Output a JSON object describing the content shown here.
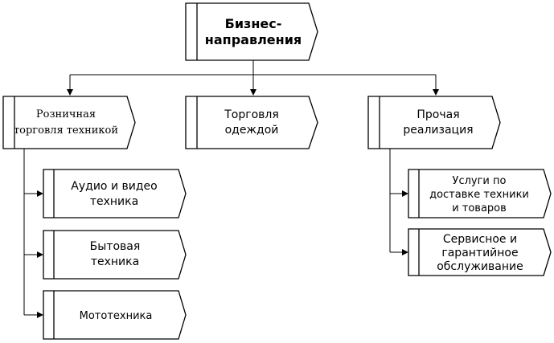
{
  "diagram": {
    "root": {
      "line1": "Бизнес-",
      "line2": "направления"
    },
    "branches": [
      {
        "line1": "Розничная",
        "line2": "торговля техникой",
        "children": [
          {
            "line1": "Аудио и видео",
            "line2": "техника"
          },
          {
            "line1": "Бытовая",
            "line2": "техника"
          },
          {
            "line1": "Мототехника"
          }
        ]
      },
      {
        "line1": "Торговля",
        "line2": "одеждой"
      },
      {
        "line1": "Прочая",
        "line2": "реализация",
        "children": [
          {
            "line1": "Услуги по",
            "line2": "доставке техники",
            "line3": "и товаров"
          },
          {
            "line1": "Сервисное и",
            "line2": "гарантийное",
            "line3": "обслуживание"
          }
        ]
      }
    ],
    "colors": {
      "stroke": "#000000",
      "fill": "#ffffff"
    }
  }
}
